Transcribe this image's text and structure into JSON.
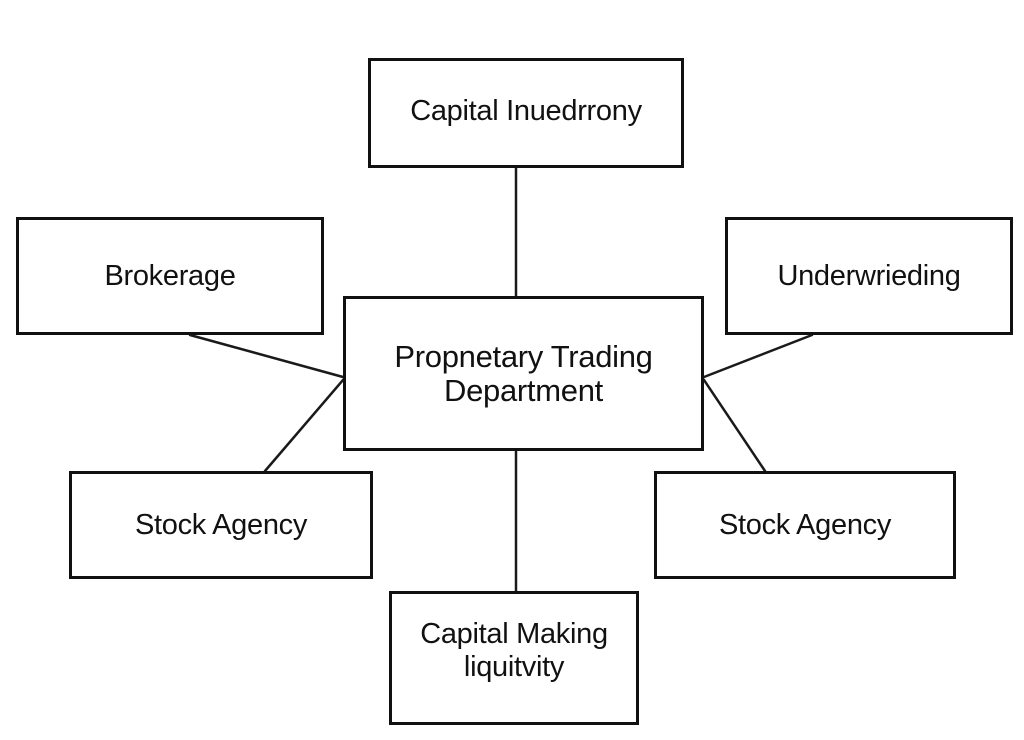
{
  "diagram": {
    "type": "hub-and-spoke organizational diagram",
    "center": {
      "id": "center",
      "label": "Propnetary Trading\nDepartment"
    },
    "nodes": [
      {
        "id": "top",
        "label": "Capital Inuedrrony",
        "connects_to": "center"
      },
      {
        "id": "left-upper",
        "label": "Brokerage",
        "connects_to": "center"
      },
      {
        "id": "right-upper",
        "label": "Underwrieding",
        "connects_to": "center"
      },
      {
        "id": "left-lower",
        "label": "Stock Agency",
        "connects_to": "center"
      },
      {
        "id": "right-lower",
        "label": "Stock Agency",
        "connects_to": "center"
      },
      {
        "id": "bottom",
        "label": "Capital Making\nliquitvity",
        "connects_to": "center"
      }
    ],
    "colors": {
      "background": "#ffffff",
      "stroke": "#111111",
      "text": "#111111"
    }
  }
}
